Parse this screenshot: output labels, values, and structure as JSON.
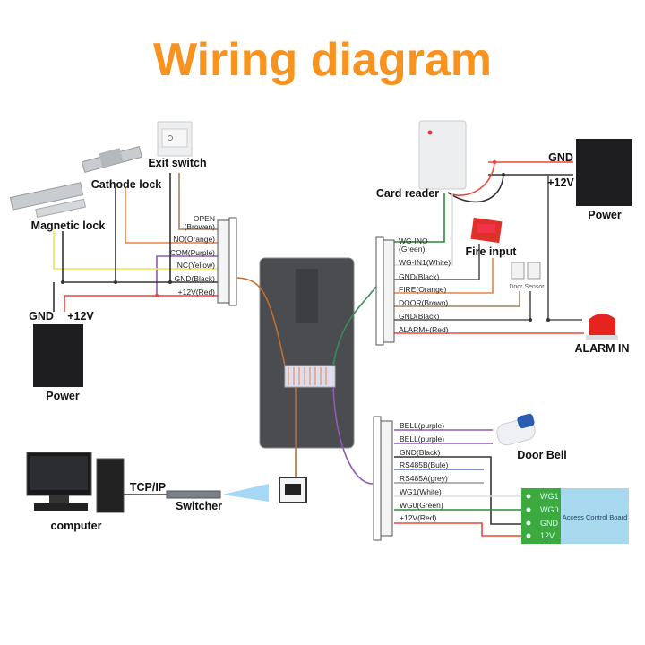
{
  "title": "Wiring diagram",
  "colors": {
    "title": "#F7931E",
    "red": "#E8473C",
    "black": "#333333",
    "yellow": "#F2E24A",
    "purple": "#8E5BB5",
    "orange": "#E8824A",
    "brown": "#A08060",
    "green": "#2E8B3A",
    "blue": "#5570B0",
    "grey": "#999999",
    "board_green": "#3DAA3F",
    "board_blue": "#A8D8EE"
  },
  "left": {
    "magnetic_lock": "Magnetic lock",
    "cathode_lock": "Cathode lock",
    "exit_switch": "Exit switch",
    "gnd": "GND",
    "plus12v": "+12V",
    "power": "Power",
    "terminals": [
      "OPEN",
      "(Browen)",
      "NO(Orange)",
      "COM(Purple)",
      "NC(Yellow)",
      "GND(Black)",
      "+12V(Red)"
    ]
  },
  "right_top": {
    "card_reader": "Card reader",
    "gnd": "GND",
    "plus12v": "+12V",
    "power": "Power",
    "fire_input": "Fire input",
    "door_sensor": "Door Sensor",
    "alarm_in": "ALARM IN",
    "terminals": [
      "WG-INO",
      "(Green)",
      "WG-IN1(White)",
      "GND(Black)",
      "FIRE(Orange)",
      "DOOR(Brown)",
      "GND(Black)",
      "ALARM+(Red)"
    ]
  },
  "right_bottom": {
    "door_bell": "Door Bell",
    "terminals": [
      "BELL(purple)",
      "BELL(purple)",
      "GND(Black)",
      "RS485B(Bule)",
      "RS485A(grey)",
      "WG1(White)",
      "WG0(Green)",
      "+12V(Red)"
    ],
    "board_pins": [
      "WG1",
      "WG0",
      "GND",
      "12V"
    ],
    "board_label": "Access Control Board"
  },
  "network": {
    "computer": "computer",
    "tcpip": "TCP/IP",
    "switcher": "Switcher"
  }
}
